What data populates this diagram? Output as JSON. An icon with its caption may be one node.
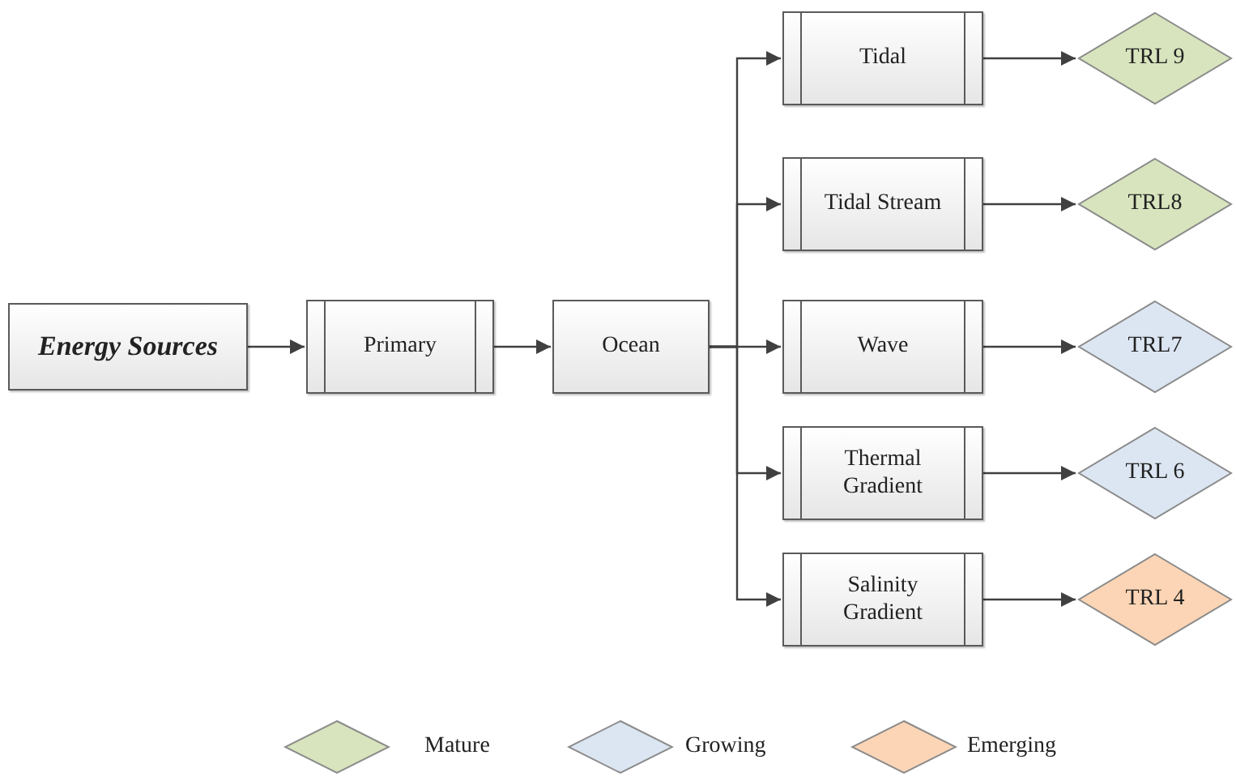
{
  "diagram": {
    "nodes": [
      {
        "text": [
          "Energy Sources"
        ]
      },
      {
        "text": [
          "Primary"
        ]
      },
      {
        "text": [
          "Ocean"
        ]
      },
      {
        "text": [
          "Tidal"
        ]
      },
      {
        "text": [
          "Tidal Stream"
        ]
      },
      {
        "text": [
          "Wave"
        ]
      },
      {
        "text": [
          "Thermal Gradient"
        ]
      },
      {
        "text": [
          "Salinity Gradient"
        ]
      },
      {
        "text": [
          "TRL 9"
        ]
      },
      {
        "text": [
          "TRL8"
        ]
      },
      {
        "text": [
          "TRL7"
        ]
      },
      {
        "text": [
          "TRL 6"
        ]
      },
      {
        "text": [
          "TRL 4"
        ]
      }
    ],
    "edges": [
      {
        "from": 0,
        "to": 1,
        "arrow": "to"
      },
      {
        "from": 1,
        "to": 2,
        "arrow": "to"
      },
      {
        "from": 2,
        "to": 3,
        "arrow": "to"
      },
      {
        "from": 2,
        "to": 4,
        "arrow": "to"
      },
      {
        "from": 2,
        "to": 5,
        "arrow": "to"
      },
      {
        "from": 2,
        "to": 6,
        "arrow": "to"
      },
      {
        "from": 2,
        "to": 7,
        "arrow": "to"
      },
      {
        "from": 3,
        "to": 8,
        "arrow": "to"
      },
      {
        "from": 4,
        "to": 9,
        "arrow": "to"
      },
      {
        "from": 5,
        "to": 10,
        "arrow": "to"
      },
      {
        "from": 6,
        "to": 11,
        "arrow": "to"
      },
      {
        "from": 7,
        "to": 12,
        "arrow": "to"
      }
    ],
    "legend": [
      {
        "text": "Mature",
        "color": "#d7e4bd"
      },
      {
        "text": "Growing",
        "color": "#dce6f2"
      },
      {
        "text": "Emerging",
        "color": "#fbd5b5"
      }
    ]
  }
}
